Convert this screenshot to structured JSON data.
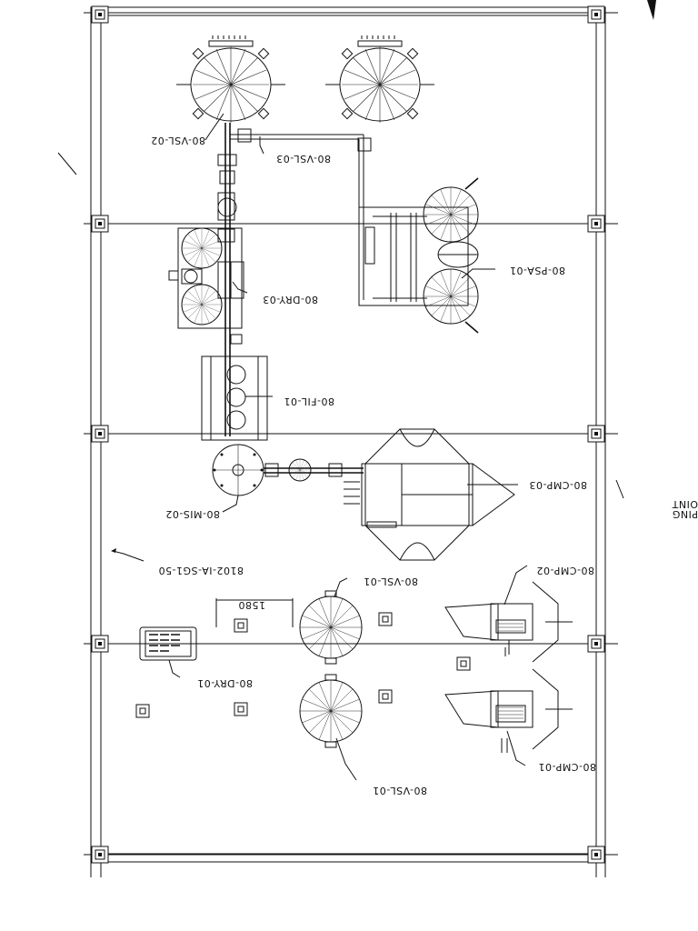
{
  "labels": {
    "vsl02": "80-VSL-02",
    "vsl03": "80-VSL-03",
    "psa01": "80-PSA-01",
    "dry03": "80-DRY-03",
    "fil01": "80-FIL-01",
    "cmp03": "80-CMP-03",
    "mis02": "80-MIS-02",
    "line": "8102-IA-SG1-50",
    "cmp02": "80-CMP-02",
    "vsl01a": "80-VSL-01",
    "dim": "1580",
    "dry01": "80-DRY-01",
    "cmp01": "80-CMP-01",
    "vsl01b": "80-VSL-01",
    "edge1": "PING",
    "edge2": "OINT"
  },
  "colors": {
    "ink": "#111111",
    "background": "#ffffff"
  }
}
